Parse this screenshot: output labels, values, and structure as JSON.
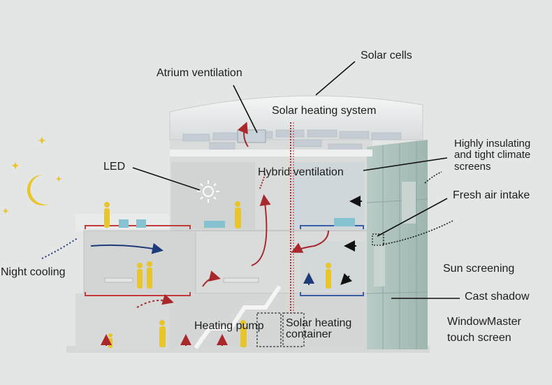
{
  "labels": {
    "solar_cells": "Solar cells",
    "atrium_ventilation": "Atrium ventilation",
    "solar_heating_system": "Solar heating system",
    "highly_insulating": [
      "Highly insulating",
      "and tight climate",
      "screens"
    ],
    "led": "LED",
    "hybrid_ventilation": "Hybrid ventilation",
    "fresh_air_intake": "Fresh air intake",
    "night_cooling": "Night cooling",
    "sun_screening": "Sun screening",
    "cast_shadow": "Cast shadow",
    "heating_pump": "Heating pump",
    "solar_heating_container": [
      "Solar heating",
      "container"
    ],
    "windowmaster": [
      "WindowMaster",
      "touch screen"
    ]
  },
  "colors": {
    "background": "#e4e6e5",
    "airflow_arrow": "#a8282c",
    "cool_arrow": "#1e3a78",
    "figure": "#e8c52a",
    "moon": "#e8c52a",
    "leader_line": "#111111"
  }
}
